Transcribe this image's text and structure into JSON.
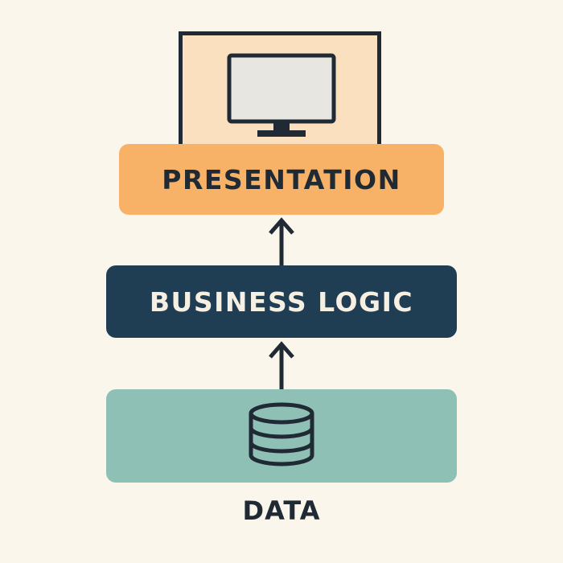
{
  "colors": {
    "background": "#fbf6ec",
    "presentation": "#f7b267",
    "business_logic": "#1f3d53",
    "data": "#8fc0b5",
    "screen": "#fbe0bf",
    "ink": "#1f2a35"
  },
  "layers": {
    "presentation": {
      "label": "PRESENTATION",
      "icon": "monitor-icon"
    },
    "business_logic": {
      "label": "BUSINESS LOGIC"
    },
    "data": {
      "label": "DATA",
      "icon": "database-icon"
    }
  },
  "arrows": [
    {
      "from": "data",
      "to": "business_logic",
      "direction": "up"
    },
    {
      "from": "business_logic",
      "to": "presentation",
      "direction": "up"
    }
  ]
}
